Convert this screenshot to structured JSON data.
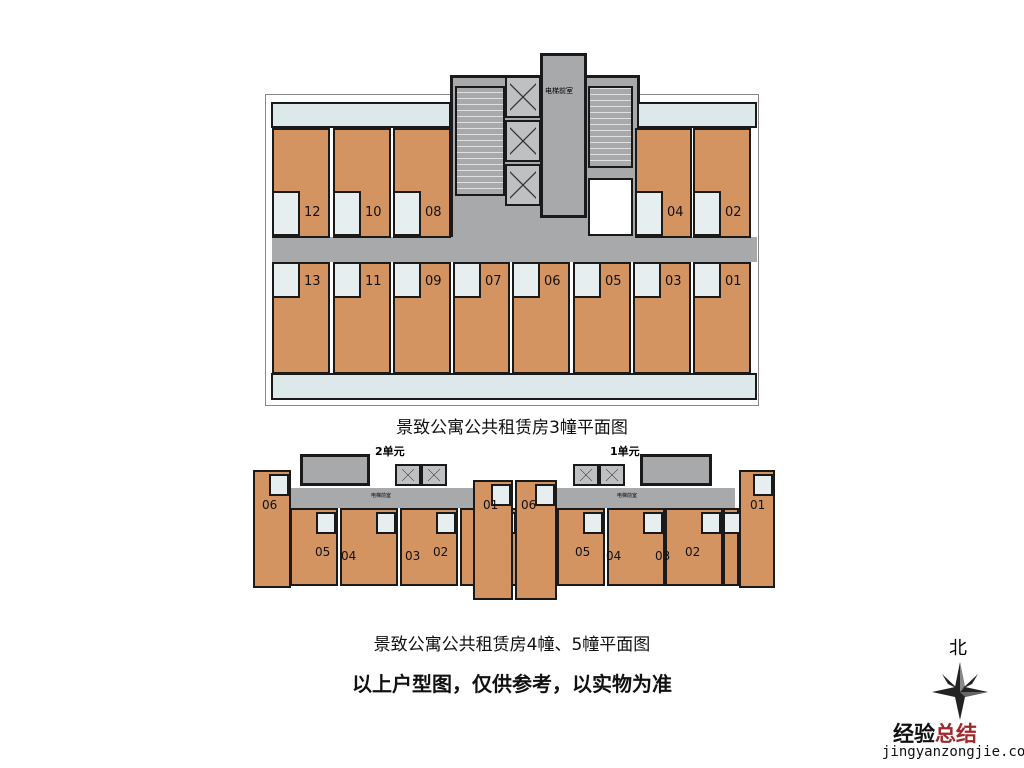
{
  "building3": {
    "caption": "景致公寓公共租赁房3幢平面图",
    "core_label": "电梯前室",
    "upper_units": [
      "12",
      "10",
      "08",
      "04",
      "02"
    ],
    "lower_units": [
      "13",
      "11",
      "09",
      "07",
      "06",
      "05",
      "03",
      "01"
    ]
  },
  "building45": {
    "caption": "景致公寓公共租赁房4幢、5幢平面图",
    "unit2_label": "2单元",
    "unit1_label": "1单元",
    "core_label": "电梯前室",
    "units": [
      "06",
      "05",
      "04",
      "03",
      "02",
      "01",
      "06",
      "05",
      "04",
      "03",
      "02",
      "01"
    ]
  },
  "disclaimer": "以上户型图，仅供参考，以实物为准",
  "compass": {
    "label": "北"
  },
  "watermark": {
    "text_cn_a": "经验",
    "text_cn_b": "总结",
    "url": "jingyanzongjie.com"
  },
  "colors": {
    "room": "#d39462",
    "core": "#a8a9ab",
    "balcony": "#dde8ea",
    "watermark_red": "#a0282c"
  }
}
